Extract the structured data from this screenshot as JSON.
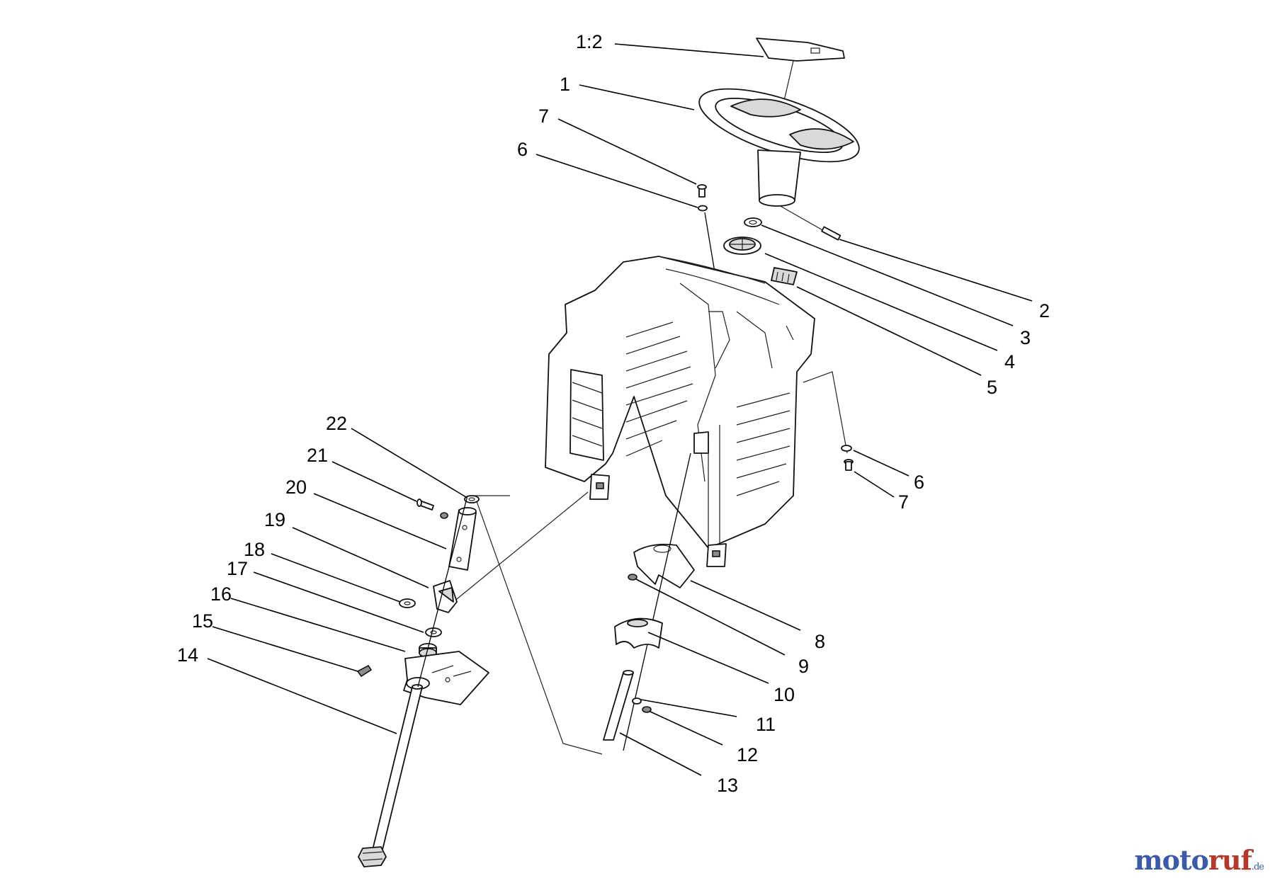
{
  "callouts": [
    {
      "id": "c-1-2",
      "label": "1:2"
    },
    {
      "id": "c-1",
      "label": "1"
    },
    {
      "id": "c-7a",
      "label": "7"
    },
    {
      "id": "c-6a",
      "label": "6"
    },
    {
      "id": "c-2",
      "label": "2"
    },
    {
      "id": "c-3",
      "label": "3"
    },
    {
      "id": "c-4",
      "label": "4"
    },
    {
      "id": "c-5",
      "label": "5"
    },
    {
      "id": "c-6b",
      "label": "6"
    },
    {
      "id": "c-7b",
      "label": "7"
    },
    {
      "id": "c-22",
      "label": "22"
    },
    {
      "id": "c-21",
      "label": "21"
    },
    {
      "id": "c-20",
      "label": "20"
    },
    {
      "id": "c-19",
      "label": "19"
    },
    {
      "id": "c-18",
      "label": "18"
    },
    {
      "id": "c-17",
      "label": "17"
    },
    {
      "id": "c-16",
      "label": "16"
    },
    {
      "id": "c-15",
      "label": "15"
    },
    {
      "id": "c-14",
      "label": "14"
    },
    {
      "id": "c-8",
      "label": "8"
    },
    {
      "id": "c-9",
      "label": "9"
    },
    {
      "id": "c-10",
      "label": "10"
    },
    {
      "id": "c-11",
      "label": "11"
    },
    {
      "id": "c-12",
      "label": "12"
    },
    {
      "id": "c-13",
      "label": "13"
    }
  ],
  "watermark": {
    "part1": "moto",
    "part2": "ruf",
    "tld": ".de"
  }
}
